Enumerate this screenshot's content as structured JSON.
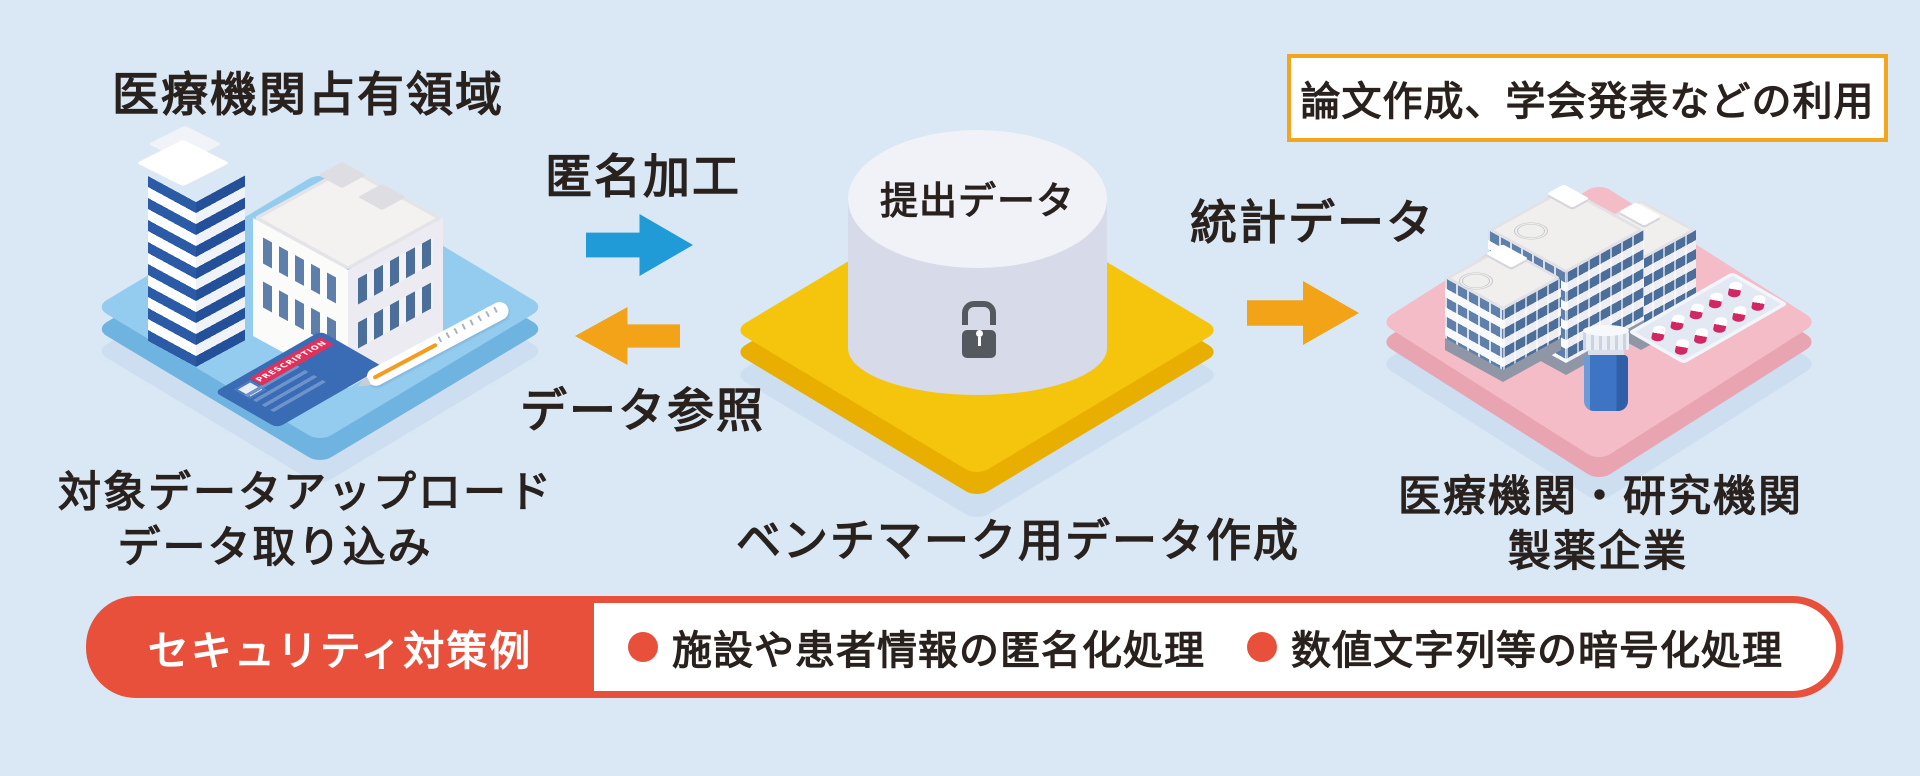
{
  "colors": {
    "background": "#D9E8F4",
    "accent_blue": "#219BD8",
    "accent_orange": "#F3A318",
    "accent_yellow": "#F5C40D",
    "accent_red": "#E8503C",
    "platform_blue": "#93CCEE",
    "platform_pink": "#F3BCC6",
    "text": "#29211D"
  },
  "labels": {
    "top_left_area": "医療機関占有領域",
    "usage_note": "論文作成、学会発表などの利用",
    "flow_anonymize": "匿名加工",
    "flow_reference": "データ参照",
    "flow_statistics": "統計データ",
    "cylinder": "提出データ",
    "caption_left_line1": "対象データアップロード",
    "caption_left_line2": "データ取り込み",
    "caption_center": "ベンチマーク用データ作成",
    "caption_right_line1": "医療機関・研究機関",
    "caption_right_line2": "製薬企業",
    "prescription": "PRESCRIPTION"
  },
  "security": {
    "title": "セキュリティ対策例",
    "items": [
      "施設や患者情報の匿名化処理",
      "数値文字列等の暗号化処理"
    ]
  }
}
